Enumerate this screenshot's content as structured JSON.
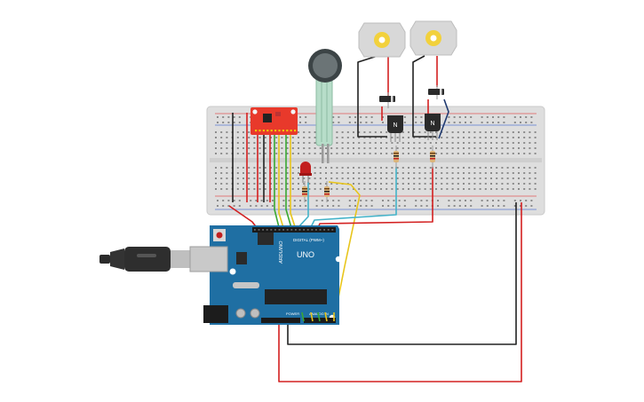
{
  "board": {
    "brand": "ARDUINO",
    "model": "UNO",
    "digital_header_label": "DIGITAL (PWM~)",
    "power_header_label": "POWER",
    "analog_header_label": "ANALOG IN"
  },
  "components": {
    "transistor_left_mark": "N",
    "transistor_right_mark": "N"
  },
  "colors": {
    "breadboard": "#dedede",
    "arduino_blue": "#1f6fa3",
    "sensor_board_red": "#e8392b",
    "wire_red": "#d32020",
    "wire_black": "#222222",
    "wire_yellow": "#e8c51c",
    "wire_green": "#3aa832",
    "wire_cyan": "#44b3c9",
    "motor_body": "#d8d8d8",
    "motor_shaft": "#f2d13c",
    "fsr_pad": "#505a5c",
    "fsr_tail": "#b7ddc9",
    "led_red": "#c21e1e"
  },
  "icons": {
    "usb": "usb-cable-icon",
    "dc_motor": "dc-motor-icon",
    "diode": "diode-icon",
    "resistor": "resistor-icon",
    "led": "led-icon"
  }
}
